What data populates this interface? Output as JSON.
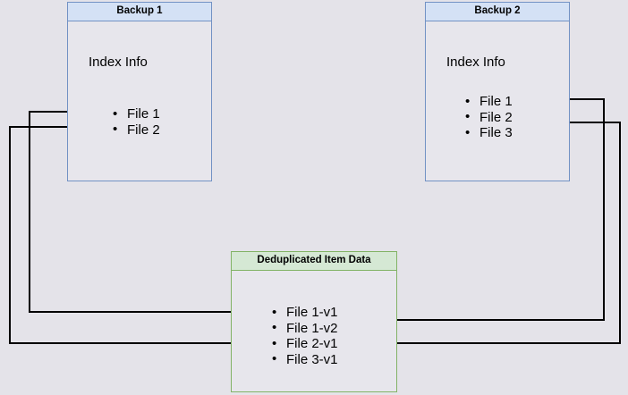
{
  "diagram": {
    "title_hidden": "",
    "background_color": "#e4e3e9",
    "colors": {
      "blue_border": "#7292c4",
      "blue_header_fill": "#d4e1f5",
      "green_border": "#82b366",
      "green_header_fill": "#d5e8d4",
      "box_fill": "#e7e6ec",
      "connector": "#000000"
    },
    "nodes": {
      "backup1": {
        "header": "Backup 1",
        "subtitle": "Index Info",
        "items": [
          "File 1",
          "File 2"
        ]
      },
      "backup2": {
        "header": "Backup 2",
        "subtitle": "Index Info",
        "items": [
          "File 1",
          "File 2",
          "File 3"
        ]
      },
      "dedup": {
        "header": "Deduplicated Item Data",
        "items": [
          "File 1-v1",
          "File 1-v2",
          "File 2-v1",
          "File 3-v1"
        ]
      }
    },
    "edges": [
      {
        "from": "backup1.File 1",
        "to": "dedup.File 1-v1",
        "direction": "right"
      },
      {
        "from": "backup1.File 2",
        "to": "dedup.File 2-v1",
        "direction": "right"
      },
      {
        "from": "backup2.File 1",
        "to": "dedup.File 1-v2",
        "direction": "left"
      },
      {
        "from": "backup2.File 2",
        "to": "dedup.File 2-v1",
        "direction": "left"
      }
    ]
  }
}
